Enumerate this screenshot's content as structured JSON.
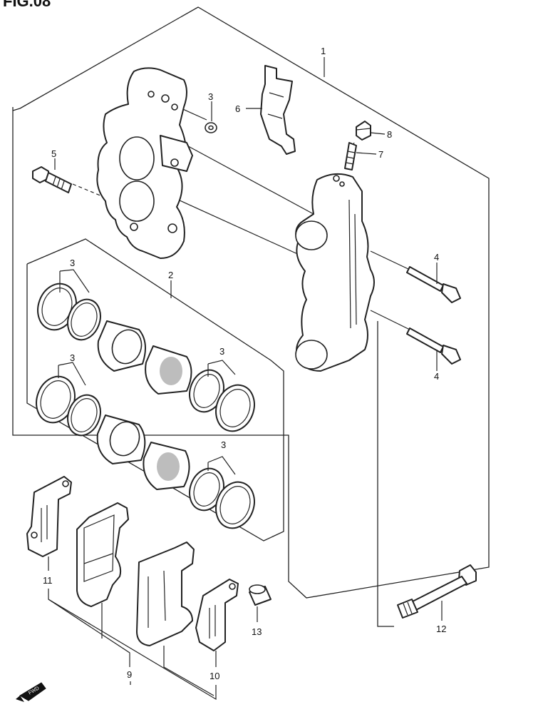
{
  "figure": {
    "title": "FIG.08"
  },
  "callouts": {
    "c1": "1",
    "c2": "2",
    "c3a": "3",
    "c3b": "3",
    "c3c": "3",
    "c3d": "3",
    "c3e": "3",
    "c4a": "4",
    "c4b": "4",
    "c5": "5",
    "c6": "6",
    "c7": "7",
    "c8": "8",
    "c9": "9",
    "c10": "10",
    "c11": "11",
    "c12": "12",
    "c13": "13"
  },
  "direction_badge": {
    "label": "FWD"
  },
  "colors": {
    "line": "#222222",
    "background": "#ffffff",
    "shade": "#bdbdbd"
  }
}
